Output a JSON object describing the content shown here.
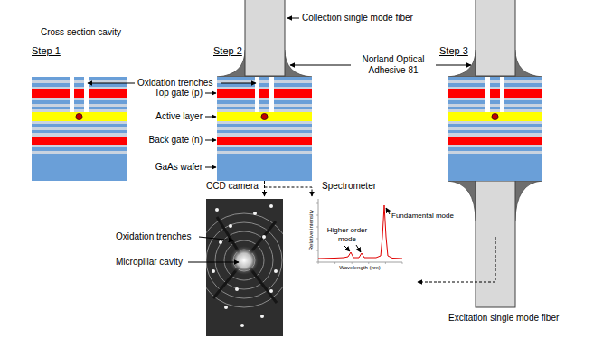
{
  "diagram": {
    "labels": [
      "Cross section cavity",
      "Step 1",
      "Step 2",
      "Step 3",
      "Oxidation trenches",
      "Top gate (p)",
      "Active layer",
      "Back gate (n)",
      "GaAs wafer",
      "Collection single mode fiber",
      "Norland Optical Adhesive 81",
      "CCD camera",
      "Spectrometer",
      "Oxidation trenches",
      "Micropillar cavity",
      "Higher order mode",
      "Fundamental mode",
      "Relative intensity",
      "Wavelength (nm)",
      "Excitation single mode fiber"
    ]
  }
}
